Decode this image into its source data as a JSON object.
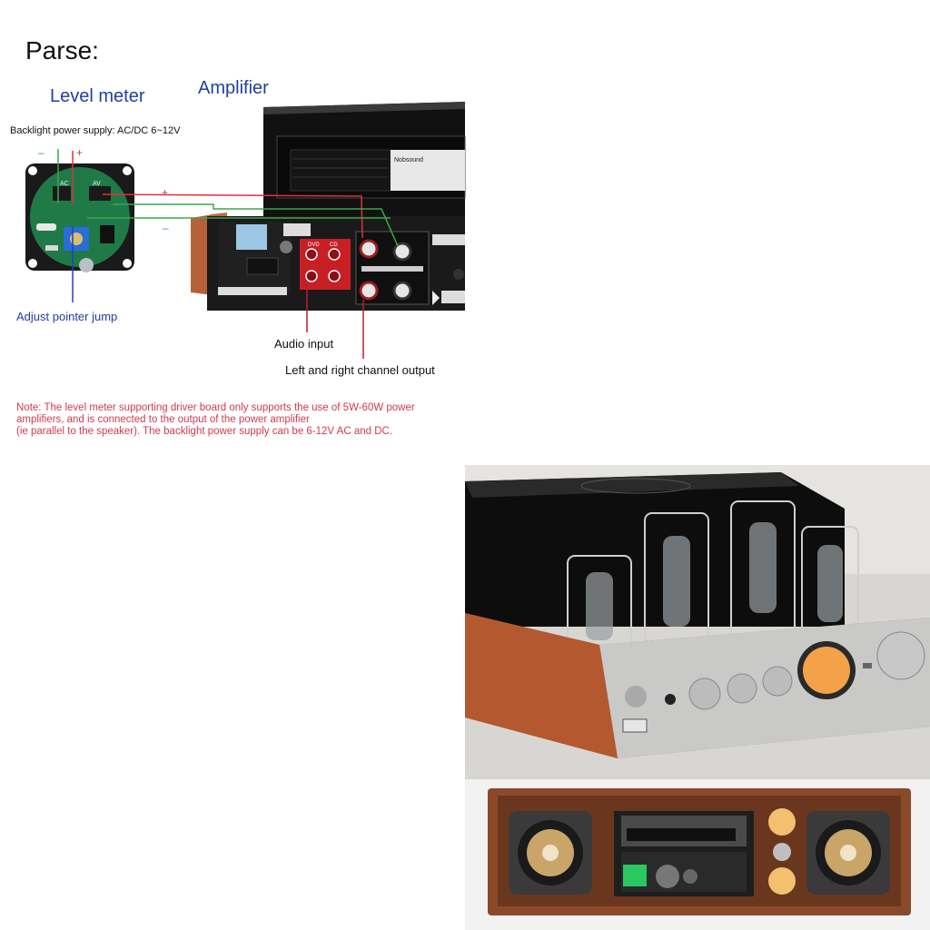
{
  "heading": "Parse:",
  "level_meter_label": "Level meter",
  "amplifier_label": "Amplifier",
  "backlight_label": "Backlight power supply: AC/DC 6~12V",
  "adjust_label": "Adjust pointer jump",
  "audio_input_label": "Audio input",
  "channel_output_label": "Left and right channel output",
  "plus_sign": "+",
  "minus_sign": "–",
  "note_lines": [
    "Note: The level meter supporting driver board only supports the use of 5W-60W power",
    "amplifiers, and is connected to the output of the power amplifier",
    "(ie parallel to the speaker). The backlight power supply can be 6-12V AC and DC."
  ],
  "board_text": {
    "ac": "AC",
    "av": "AV"
  },
  "amp_brand": "Nobsound",
  "jack_labels": {
    "dvd": "DVD",
    "cd": "CD"
  },
  "colors": {
    "title_blue": "#1f3fa3",
    "wire_red": "#e0303a",
    "wire_green": "#3aa84a",
    "wire_blue": "#2040c0",
    "wire_dark_red": "#b02030",
    "note_red": "#d23a4c",
    "wood": "#b8603a"
  }
}
